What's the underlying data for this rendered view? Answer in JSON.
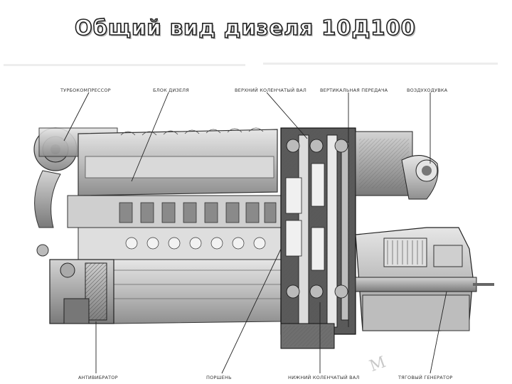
{
  "slide": {
    "title": "Общий вид дизеля 10Д100"
  },
  "diagram": {
    "labels": {
      "turbocompressor": "ТУРБОКОМПРЕССОР",
      "engine_block": "БЛОК ДИЗЕЛЯ",
      "upper_crankshaft": "ВЕРХНИЙ КОЛЕНЧАТЫЙ ВАЛ",
      "vertical_gear": "ВЕРТИКАЛЬНАЯ ПЕРЕДАЧА",
      "air_duct": "ВОЗДУХОДУВКА",
      "antivibrator": "АНТИВИБРАТОР",
      "piston": "ПОРШЕНЬ",
      "lower_crankshaft": "НИЖНИЙ КОЛЕНЧАТЫЙ ВАЛ",
      "traction_generator": "ТЯГОВЫЙ ГЕНЕРАТОР"
    },
    "watermark": "M"
  }
}
